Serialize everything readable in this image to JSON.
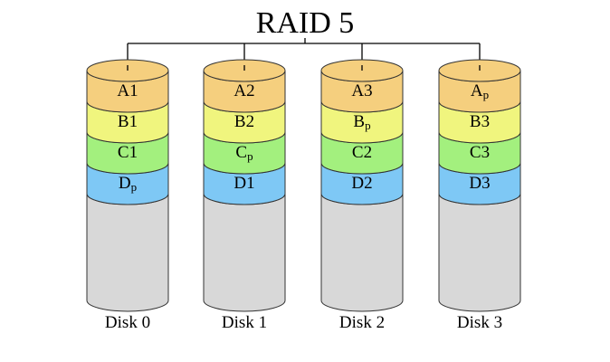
{
  "title": "RAID 5",
  "colors": {
    "A": "#f5cf7e",
    "B": "#f0f57e",
    "C": "#a3f07e",
    "D": "#7ec8f5",
    "empty": "#d8d8d8",
    "stroke": "#333333",
    "connector": "#000000"
  },
  "disks": [
    {
      "name": "Disk 0",
      "blocks": [
        {
          "row": "A",
          "label": "A1",
          "sub": ""
        },
        {
          "row": "B",
          "label": "B1",
          "sub": ""
        },
        {
          "row": "C",
          "label": "C1",
          "sub": ""
        },
        {
          "row": "D",
          "label": "D",
          "sub": "p"
        }
      ]
    },
    {
      "name": "Disk 1",
      "blocks": [
        {
          "row": "A",
          "label": "A2",
          "sub": ""
        },
        {
          "row": "B",
          "label": "B2",
          "sub": ""
        },
        {
          "row": "C",
          "label": "C",
          "sub": "p"
        },
        {
          "row": "D",
          "label": "D1",
          "sub": ""
        }
      ]
    },
    {
      "name": "Disk 2",
      "blocks": [
        {
          "row": "A",
          "label": "A3",
          "sub": ""
        },
        {
          "row": "B",
          "label": "B",
          "sub": "p"
        },
        {
          "row": "C",
          "label": "C2",
          "sub": ""
        },
        {
          "row": "D",
          "label": "D2",
          "sub": ""
        }
      ]
    },
    {
      "name": "Disk 3",
      "blocks": [
        {
          "row": "A",
          "label": "A",
          "sub": "p"
        },
        {
          "row": "B",
          "label": "B3",
          "sub": ""
        },
        {
          "row": "C",
          "label": "C3",
          "sub": ""
        },
        {
          "row": "D",
          "label": "D3",
          "sub": ""
        }
      ]
    }
  ]
}
